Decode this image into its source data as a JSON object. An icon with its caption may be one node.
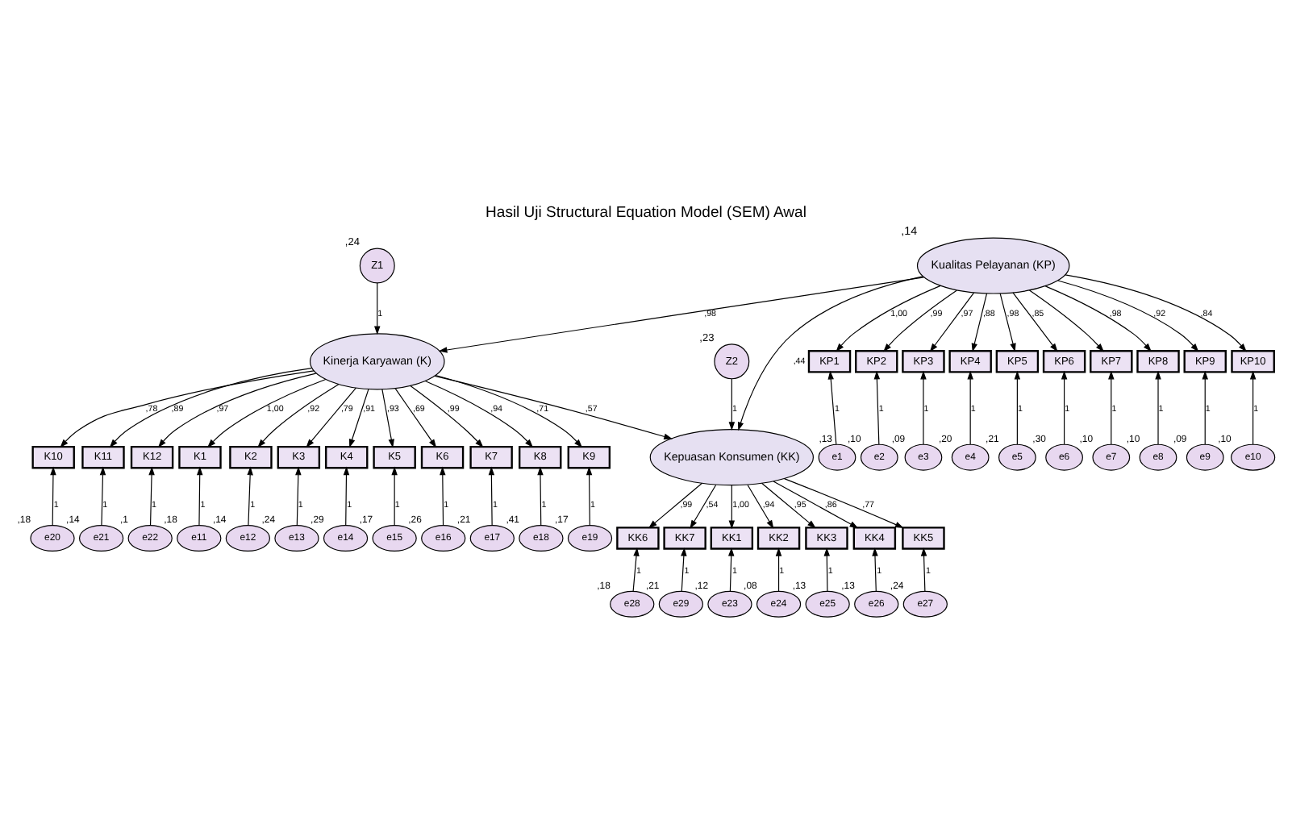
{
  "diagram": {
    "title": "Hasil Uji Structural Equation Model (SEM) Awal",
    "nodes": [
      {
        "text": [
          "Kualitas Pelayanan (KP)"
        ],
        "beside": [
          ",14"
        ]
      },
      {
        "text": [
          "Kepuasan Konsumen (KK)"
        ]
      },
      {
        "text": [
          "Kinerja Karyawan (K)"
        ]
      },
      {
        "text": [
          "Z1"
        ],
        "beside": [
          ",24"
        ]
      },
      {
        "text": [
          "Z2"
        ],
        "beside": [
          ",23"
        ]
      },
      {
        "text": [
          "KP1"
        ]
      },
      {
        "text": [
          "KP2"
        ]
      },
      {
        "text": [
          "KP3"
        ]
      },
      {
        "text": [
          "KP4"
        ]
      },
      {
        "text": [
          "KP5"
        ]
      },
      {
        "text": [
          "KP6"
        ]
      },
      {
        "text": [
          "KP7"
        ]
      },
      {
        "text": [
          "KP8"
        ]
      },
      {
        "text": [
          "KP9"
        ]
      },
      {
        "text": [
          "KP10"
        ]
      },
      {
        "text": [
          "e1"
        ],
        "beside": [
          ",13"
        ]
      },
      {
        "text": [
          "e2"
        ],
        "beside": [
          ",10"
        ]
      },
      {
        "text": [
          "e3"
        ],
        "beside": [
          ",09"
        ]
      },
      {
        "text": [
          "e4"
        ],
        "beside": [
          ",20"
        ]
      },
      {
        "text": [
          "e5"
        ],
        "beside": [
          ",21"
        ]
      },
      {
        "text": [
          "e6"
        ],
        "beside": [
          ",30"
        ]
      },
      {
        "text": [
          "e7"
        ],
        "beside": [
          ",10"
        ]
      },
      {
        "text": [
          "e8"
        ],
        "beside": [
          ",10"
        ]
      },
      {
        "text": [
          "e9"
        ],
        "beside": [
          ",09"
        ]
      },
      {
        "text": [
          "e10"
        ],
        "beside": [
          ",10"
        ]
      },
      {
        "text": [
          "KK1"
        ]
      },
      {
        "text": [
          "KK2"
        ]
      },
      {
        "text": [
          "KK3"
        ]
      },
      {
        "text": [
          "KK4"
        ]
      },
      {
        "text": [
          "KK5"
        ]
      },
      {
        "text": [
          "KK6"
        ]
      },
      {
        "text": [
          "KK7"
        ]
      },
      {
        "text": [
          "e23"
        ],
        "beside": [
          ",12"
        ]
      },
      {
        "text": [
          "e24"
        ],
        "beside": [
          ",08"
        ]
      },
      {
        "text": [
          "e25"
        ],
        "beside": [
          ",13"
        ]
      },
      {
        "text": [
          "e26"
        ],
        "beside": [
          ",13"
        ]
      },
      {
        "text": [
          "e27"
        ],
        "beside": [
          ",24"
        ]
      },
      {
        "text": [
          "e28"
        ],
        "beside": [
          ",18"
        ]
      },
      {
        "text": [
          "e29"
        ],
        "beside": [
          ",21"
        ]
      },
      {
        "text": [
          "K1"
        ]
      },
      {
        "text": [
          "K2"
        ]
      },
      {
        "text": [
          "K3"
        ]
      },
      {
        "text": [
          "K4"
        ]
      },
      {
        "text": [
          "K5"
        ]
      },
      {
        "text": [
          "K6"
        ]
      },
      {
        "text": [
          "K7"
        ]
      },
      {
        "text": [
          "K8"
        ]
      },
      {
        "text": [
          "K9"
        ]
      },
      {
        "text": [
          "K10"
        ]
      },
      {
        "text": [
          "K11"
        ]
      },
      {
        "text": [
          "K12"
        ]
      },
      {
        "text": [
          "e11"
        ],
        "beside": [
          ",18"
        ]
      },
      {
        "text": [
          "e12"
        ],
        "beside": [
          ",14"
        ]
      },
      {
        "text": [
          "e13"
        ],
        "beside": [
          ",24"
        ]
      },
      {
        "text": [
          "e14"
        ],
        "beside": [
          ",29"
        ]
      },
      {
        "text": [
          "e15"
        ],
        "beside": [
          ",17"
        ]
      },
      {
        "text": [
          "e16"
        ],
        "beside": [
          ",26"
        ]
      },
      {
        "text": [
          "e17"
        ],
        "beside": [
          ",21"
        ]
      },
      {
        "text": [
          "e18"
        ],
        "beside": [
          ",41"
        ]
      },
      {
        "text": [
          "e19"
        ],
        "beside": [
          ",17"
        ]
      },
      {
        "text": [
          "e20"
        ],
        "beside": [
          ",18"
        ]
      },
      {
        "text": [
          "e21"
        ],
        "beside": [
          ",14"
        ]
      },
      {
        "text": [
          "e22"
        ],
        "beside": [
          ",1"
        ]
      }
    ],
    "edges": [
      {
        "from": 0,
        "to": 2,
        "arrow": "to",
        "label": ",98"
      },
      {
        "from": 0,
        "to": 1,
        "arrow": "to",
        "label": ",44"
      },
      {
        "from": 2,
        "to": 1,
        "arrow": "to",
        "label": ",57"
      },
      {
        "from": 3,
        "to": 2,
        "arrow": "to",
        "label": "1"
      },
      {
        "from": 4,
        "to": 1,
        "arrow": "to",
        "label": "1"
      },
      {
        "from": 0,
        "to": 5,
        "arrow": "to",
        "label": "1,00"
      },
      {
        "from": 0,
        "to": 6,
        "arrow": "to",
        "label": ",99"
      },
      {
        "from": 0,
        "to": 7,
        "arrow": "to",
        "label": ",97"
      },
      {
        "from": 0,
        "to": 8,
        "arrow": "to",
        "label": ",88"
      },
      {
        "from": 0,
        "to": 9,
        "arrow": "to",
        "label": ",98"
      },
      {
        "from": 0,
        "to": 10,
        "arrow": "to",
        "label": ",85"
      },
      {
        "from": 0,
        "to": 11,
        "arrow": "to"
      },
      {
        "from": 0,
        "to": 12,
        "arrow": "to",
        "label": ",98"
      },
      {
        "from": 0,
        "to": 13,
        "arrow": "to",
        "label": ",92"
      },
      {
        "from": 0,
        "to": 14,
        "arrow": "to",
        "label": ",84"
      },
      {
        "from": 15,
        "to": 5,
        "arrow": "to",
        "label": "1"
      },
      {
        "from": 16,
        "to": 6,
        "arrow": "to",
        "label": "1"
      },
      {
        "from": 17,
        "to": 7,
        "arrow": "to",
        "label": "1"
      },
      {
        "from": 18,
        "to": 8,
        "arrow": "to",
        "label": "1"
      },
      {
        "from": 19,
        "to": 9,
        "arrow": "to",
        "label": "1"
      },
      {
        "from": 20,
        "to": 10,
        "arrow": "to",
        "label": "1"
      },
      {
        "from": 21,
        "to": 11,
        "arrow": "to",
        "label": "1"
      },
      {
        "from": 22,
        "to": 12,
        "arrow": "to",
        "label": "1"
      },
      {
        "from": 23,
        "to": 13,
        "arrow": "to",
        "label": "1"
      },
      {
        "from": 24,
        "to": 14,
        "arrow": "to",
        "label": "1"
      },
      {
        "from": 1,
        "to": 25,
        "arrow": "to",
        "label": "1,00"
      },
      {
        "from": 1,
        "to": 26,
        "arrow": "to",
        "label": ",94"
      },
      {
        "from": 1,
        "to": 27,
        "arrow": "to",
        "label": ",95"
      },
      {
        "from": 1,
        "to": 28,
        "arrow": "to",
        "label": ",86"
      },
      {
        "from": 1,
        "to": 29,
        "arrow": "to",
        "label": ",77"
      },
      {
        "from": 1,
        "to": 30,
        "arrow": "to",
        "label": ",99"
      },
      {
        "from": 1,
        "to": 31,
        "arrow": "to",
        "label": ",54"
      },
      {
        "from": 32,
        "to": 25,
        "arrow": "to",
        "label": "1"
      },
      {
        "from": 33,
        "to": 26,
        "arrow": "to",
        "label": "1"
      },
      {
        "from": 34,
        "to": 27,
        "arrow": "to",
        "label": "1"
      },
      {
        "from": 35,
        "to": 28,
        "arrow": "to",
        "label": "1"
      },
      {
        "from": 36,
        "to": 29,
        "arrow": "to",
        "label": "1"
      },
      {
        "from": 37,
        "to": 30,
        "arrow": "to",
        "label": "1"
      },
      {
        "from": 38,
        "to": 31,
        "arrow": "to",
        "label": "1"
      },
      {
        "from": 2,
        "to": 39,
        "arrow": "to",
        "label": "1,00"
      },
      {
        "from": 2,
        "to": 40,
        "arrow": "to",
        "label": ",92"
      },
      {
        "from": 2,
        "to": 41,
        "arrow": "to",
        "label": ",79"
      },
      {
        "from": 2,
        "to": 42,
        "arrow": "to",
        "label": ",91"
      },
      {
        "from": 2,
        "to": 43,
        "arrow": "to",
        "label": ",93"
      },
      {
        "from": 2,
        "to": 44,
        "arrow": "to",
        "label": ",69"
      },
      {
        "from": 2,
        "to": 45,
        "arrow": "to",
        "label": ",99"
      },
      {
        "from": 2,
        "to": 46,
        "arrow": "to",
        "label": ",94"
      },
      {
        "from": 2,
        "to": 47,
        "arrow": "to",
        "label": ",71"
      },
      {
        "from": 2,
        "to": 48,
        "arrow": "to",
        "label": ",78"
      },
      {
        "from": 2,
        "to": 49,
        "arrow": "to",
        "label": ",89"
      },
      {
        "from": 2,
        "to": 50,
        "arrow": "to",
        "label": ",97"
      },
      {
        "from": 51,
        "to": 39,
        "arrow": "to",
        "label": "1"
      },
      {
        "from": 52,
        "to": 40,
        "arrow": "to",
        "label": "1"
      },
      {
        "from": 53,
        "to": 41,
        "arrow": "to",
        "label": "1"
      },
      {
        "from": 54,
        "to": 42,
        "arrow": "to",
        "label": "1"
      },
      {
        "from": 55,
        "to": 43,
        "arrow": "to",
        "label": "1"
      },
      {
        "from": 56,
        "to": 44,
        "arrow": "to",
        "label": "1"
      },
      {
        "from": 57,
        "to": 45,
        "arrow": "to",
        "label": "1"
      },
      {
        "from": 58,
        "to": 46,
        "arrow": "to",
        "label": "1"
      },
      {
        "from": 59,
        "to": 47,
        "arrow": "to",
        "label": "1"
      },
      {
        "from": 60,
        "to": 48,
        "arrow": "to",
        "label": "1"
      },
      {
        "from": 61,
        "to": 49,
        "arrow": "to",
        "label": "1"
      },
      {
        "from": 62,
        "to": 50,
        "arrow": "to",
        "label": "1"
      }
    ]
  }
}
